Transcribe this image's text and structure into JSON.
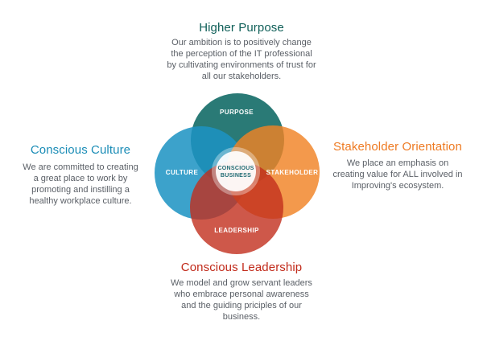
{
  "colors": {
    "purpose": "#136c67",
    "culture": "#1c93c2",
    "stakeholder": "#f08225",
    "leadership": "#c22e1d",
    "center_text": "#1f6a72"
  },
  "blocks": {
    "purpose": {
      "title": "Higher Purpose",
      "text": "Our ambition is to positively change\nthe perception of the IT professional\nby cultivating environments of trust for\nall our stakeholders."
    },
    "culture": {
      "title": "Conscious Culture",
      "text": "We are committed to creating\na great place to work by\npromoting and instilling a\nhealthy workplace culture."
    },
    "stakeholder": {
      "title": "Stakeholder Orientation",
      "text": "We place an emphasis on\ncreating value for ALL involved in\nImproving's ecosystem."
    },
    "leadership": {
      "title": "Conscious Leadership",
      "text": "We model and grow servant leaders\nwho embrace personal awareness\nand the guiding priciples of our\nbusiness."
    }
  },
  "venn": {
    "purpose_label": "PURPOSE",
    "culture_label": "CULTURE",
    "stakeholder_label": "STAKEHOLDER",
    "leadership_label": "LEADERSHIP",
    "center_line1": "CONSCIOUS",
    "center_line2": "BUSINESS"
  }
}
